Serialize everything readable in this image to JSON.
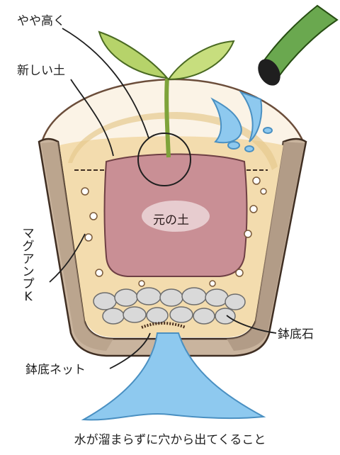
{
  "labels": {
    "slightly_higher": "やや高く",
    "new_soil": "新しい土",
    "original_soil": "元の土",
    "fertilizer": "マグアンプK",
    "pot_stones": "鉢底石",
    "pot_net": "鉢底ネット"
  },
  "caption": "水が溜まらずに穴から出てくること",
  "colors": {
    "pot": "#c9b49e",
    "pot_inner": "#a8927d",
    "new_soil": "#f3dcae",
    "original_soil": "#c98f95",
    "stones": "#d9d9d9",
    "water": "#8ec9ef",
    "leaf": "#b6d36a",
    "hose": "#6aa84f"
  },
  "icons": [
    "seedling-icon",
    "watering-hose-icon",
    "water-splash-icon",
    "water-outflow-icon"
  ]
}
